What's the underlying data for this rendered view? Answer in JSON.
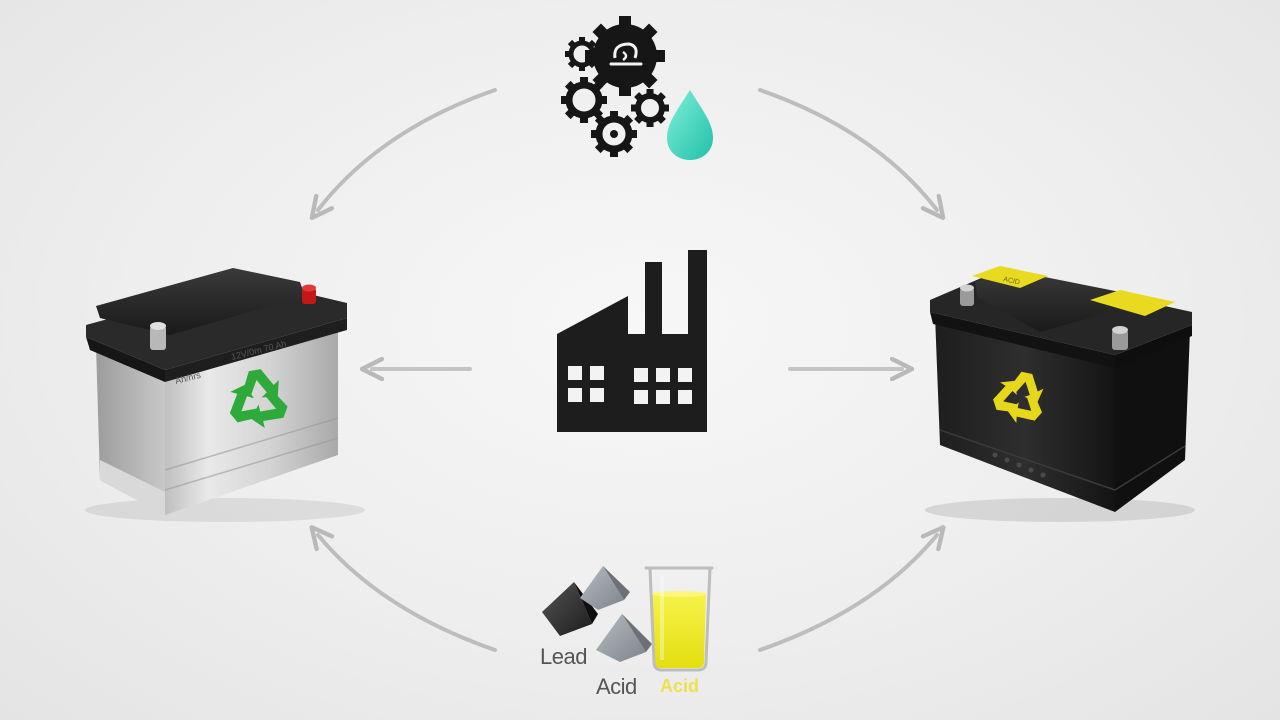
{
  "labels": {
    "lead": "Lead",
    "acid": "Acid",
    "acid_beaker": "Acid"
  },
  "battery_left": {
    "spec_text_1": "12V/0m 70 Ah",
    "spec_text_2": "Ah/hrs"
  },
  "battery_right": {
    "sticker_text": "ACID"
  },
  "colors": {
    "arrow": "#b9b9b9",
    "recycle_green": "#2eaa3a",
    "recycle_yellow": "#e6d71a",
    "drop_teal": "#3fd6c0",
    "acid_yellow": "#f2f03a",
    "factory": "#1d1d1d"
  },
  "icons": [
    "gears-icon",
    "water-drop-icon",
    "factory-icon",
    "battery-icon",
    "recycle-icon",
    "lead-ore-icon",
    "beaker-icon",
    "arrow-icon"
  ]
}
